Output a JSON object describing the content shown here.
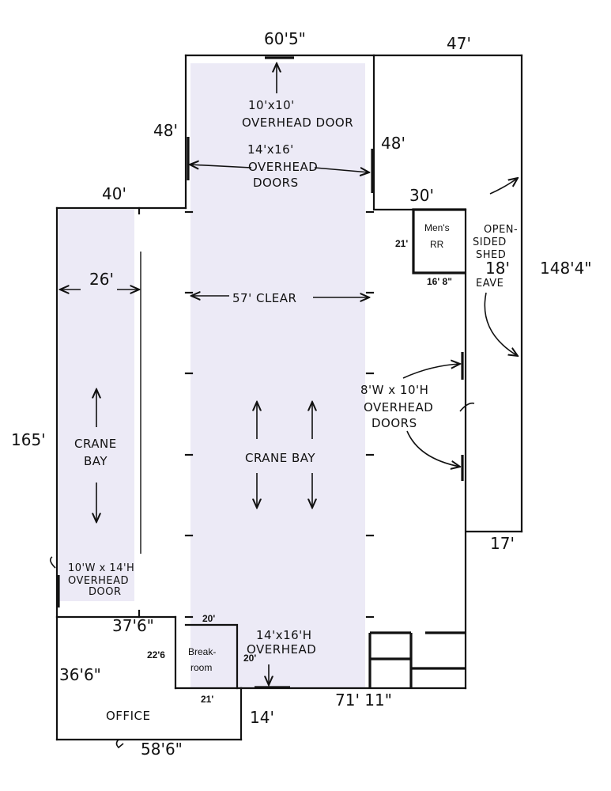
{
  "colors": {
    "crane_bay_fill": "#eceaf6",
    "ink": "#111111",
    "paper": "#ffffff"
  },
  "dimensions": {
    "top_center": "60'5\"",
    "top_right": "47'",
    "center_left_48": "48'",
    "center_right_48": "48'",
    "left_wing_top": "40'",
    "mens_top": "30'",
    "mens_side": "21'",
    "mens_bottom": "16' 8\"",
    "right_total": "148'4\"",
    "left_total": "165'",
    "left_bay_width": "26'",
    "center_clear": "57' CLEAR",
    "shed_bottom": "17'",
    "office_top": "37'6\"",
    "breakroom_top": "20'",
    "breakroom_side": "22'6",
    "breakroom_door": "20'",
    "office_left": "36'6\"",
    "breakroom_bottom": "21'",
    "bottom_small": "14'",
    "bottom_right": "71' 11\"",
    "office_bottom": "58'6\""
  },
  "labels": {
    "top_door_size": "10'x10'",
    "top_door_type": "OVERHEAD DOOR",
    "side_doors_size": "14'x16'",
    "side_doors_type1": "OVERHEAD",
    "side_doors_type2": "DOORS",
    "mens_line1": "Men's",
    "mens_line2": "RR",
    "shed_line1": "OPEN-",
    "shed_line2": "SIDED",
    "shed_line3": "SHED",
    "shed_line4": "18'",
    "shed_line5": "EAVE",
    "right_doors_size": "8'W x 10'H",
    "right_doors_type1": "OVERHEAD",
    "right_doors_type2": "DOORS",
    "center_bay": "CRANE BAY",
    "left_bay_line1": "CRANE",
    "left_bay_line2": "BAY",
    "left_door_size": "10'W x 14'H",
    "left_door_type1": "OVERHEAD",
    "left_door_type2": "DOOR",
    "bottom_door_size": "14'x16'H",
    "bottom_door_type": "OVERHEAD",
    "breakroom_line1": "Break-",
    "breakroom_line2": "room",
    "office": "OFFICE"
  }
}
